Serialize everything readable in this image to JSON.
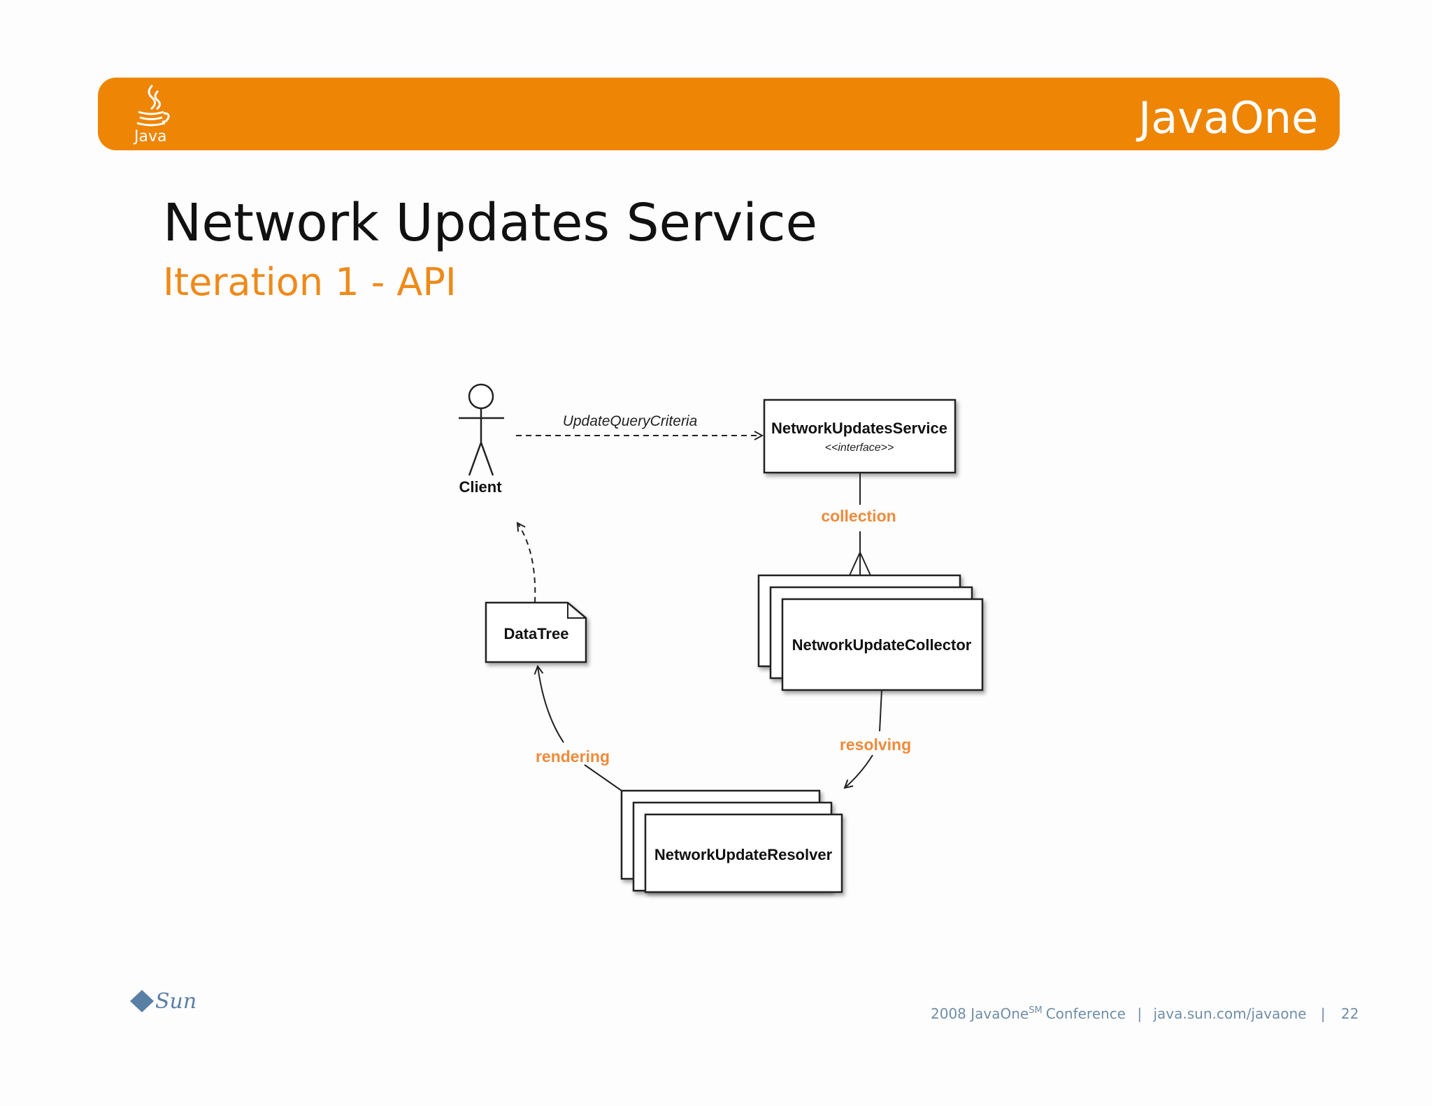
{
  "header": {
    "java_logo": "Java",
    "brand_logo": "JavaOne",
    "color": "#ee8505"
  },
  "slide": {
    "title": "Network Updates Service",
    "subtitle": "Iteration 1 - API"
  },
  "diagram": {
    "actor": "Client",
    "message": "UpdateQueryCriteria",
    "service": {
      "name": "NetworkUpdatesService",
      "stereotype": "<<interface>>"
    },
    "collector": "NetworkUpdateCollector",
    "resolver": "NetworkUpdateResolver",
    "datatree": "DataTree",
    "relations": {
      "collection": "collection",
      "resolving": "resolving",
      "rendering": "rendering"
    }
  },
  "footer": {
    "sun_logo": "Sun",
    "year_text": "2008 JavaOne",
    "sm": "SM",
    "conference": "Conference",
    "sep": "|",
    "url": "java.sun.com/javaone",
    "page": "22"
  }
}
